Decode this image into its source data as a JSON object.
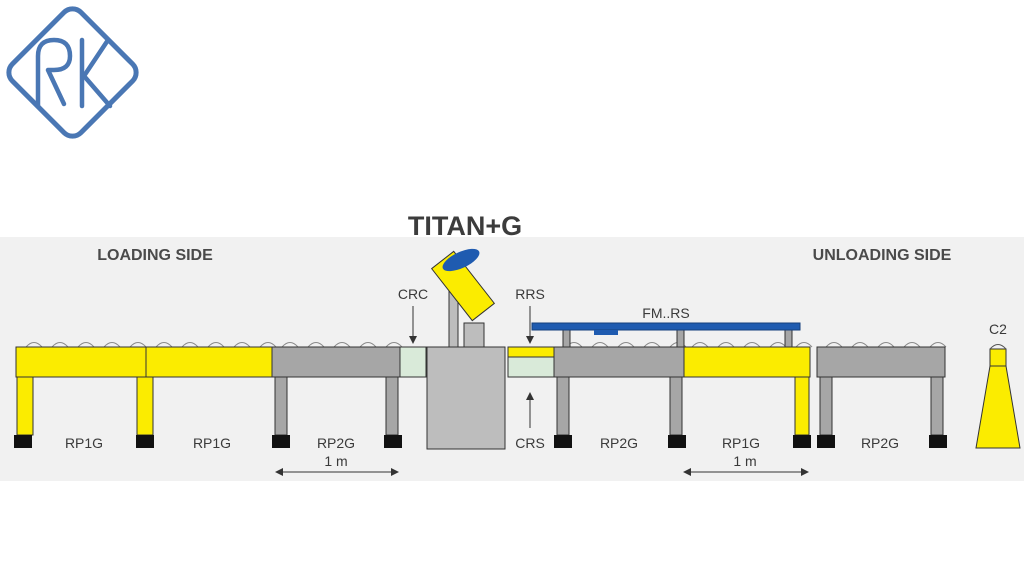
{
  "logo": {
    "text": "RK",
    "color": "#4a77b4"
  },
  "header": {
    "title": "TITAN+G",
    "loading_side": "LOADING SIDE",
    "unloading_side": "UNLOADING SIDE"
  },
  "components": {
    "crc": "CRC",
    "rrs": "RRS",
    "crs": "CRS",
    "fm_rs": "FM..RS",
    "c2": "C2"
  },
  "tables": [
    "RP1G",
    "RP1G",
    "RP2G",
    "RP2G",
    "RP1G",
    "RP2G"
  ],
  "dimensions": {
    "left": "1 m",
    "right": "1 m"
  },
  "colors": {
    "yellow": "#fbec00",
    "gray": "#a6a6a6",
    "green": "#d9ead9",
    "blue": "#1f5bb0",
    "outline": "#333333"
  }
}
